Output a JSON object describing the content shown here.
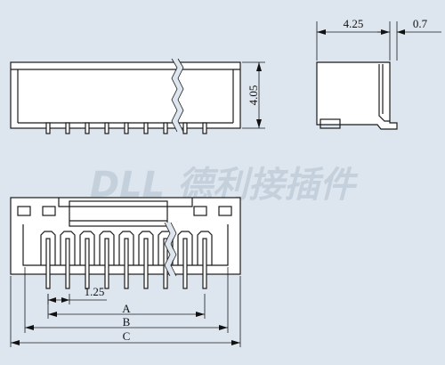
{
  "watermark": {
    "text": "DLL 德利接插件"
  },
  "dimensions": {
    "height": "4.05",
    "side_depth": "4.25",
    "tab_offset": "0.7",
    "pitch": "1.25",
    "label_a": "A",
    "label_b": "B",
    "label_c": "C"
  },
  "pin_count": 9,
  "colors": {
    "background": "#dde6ef",
    "line": "#1a1a1a",
    "watermark": "#c4d0dc"
  }
}
